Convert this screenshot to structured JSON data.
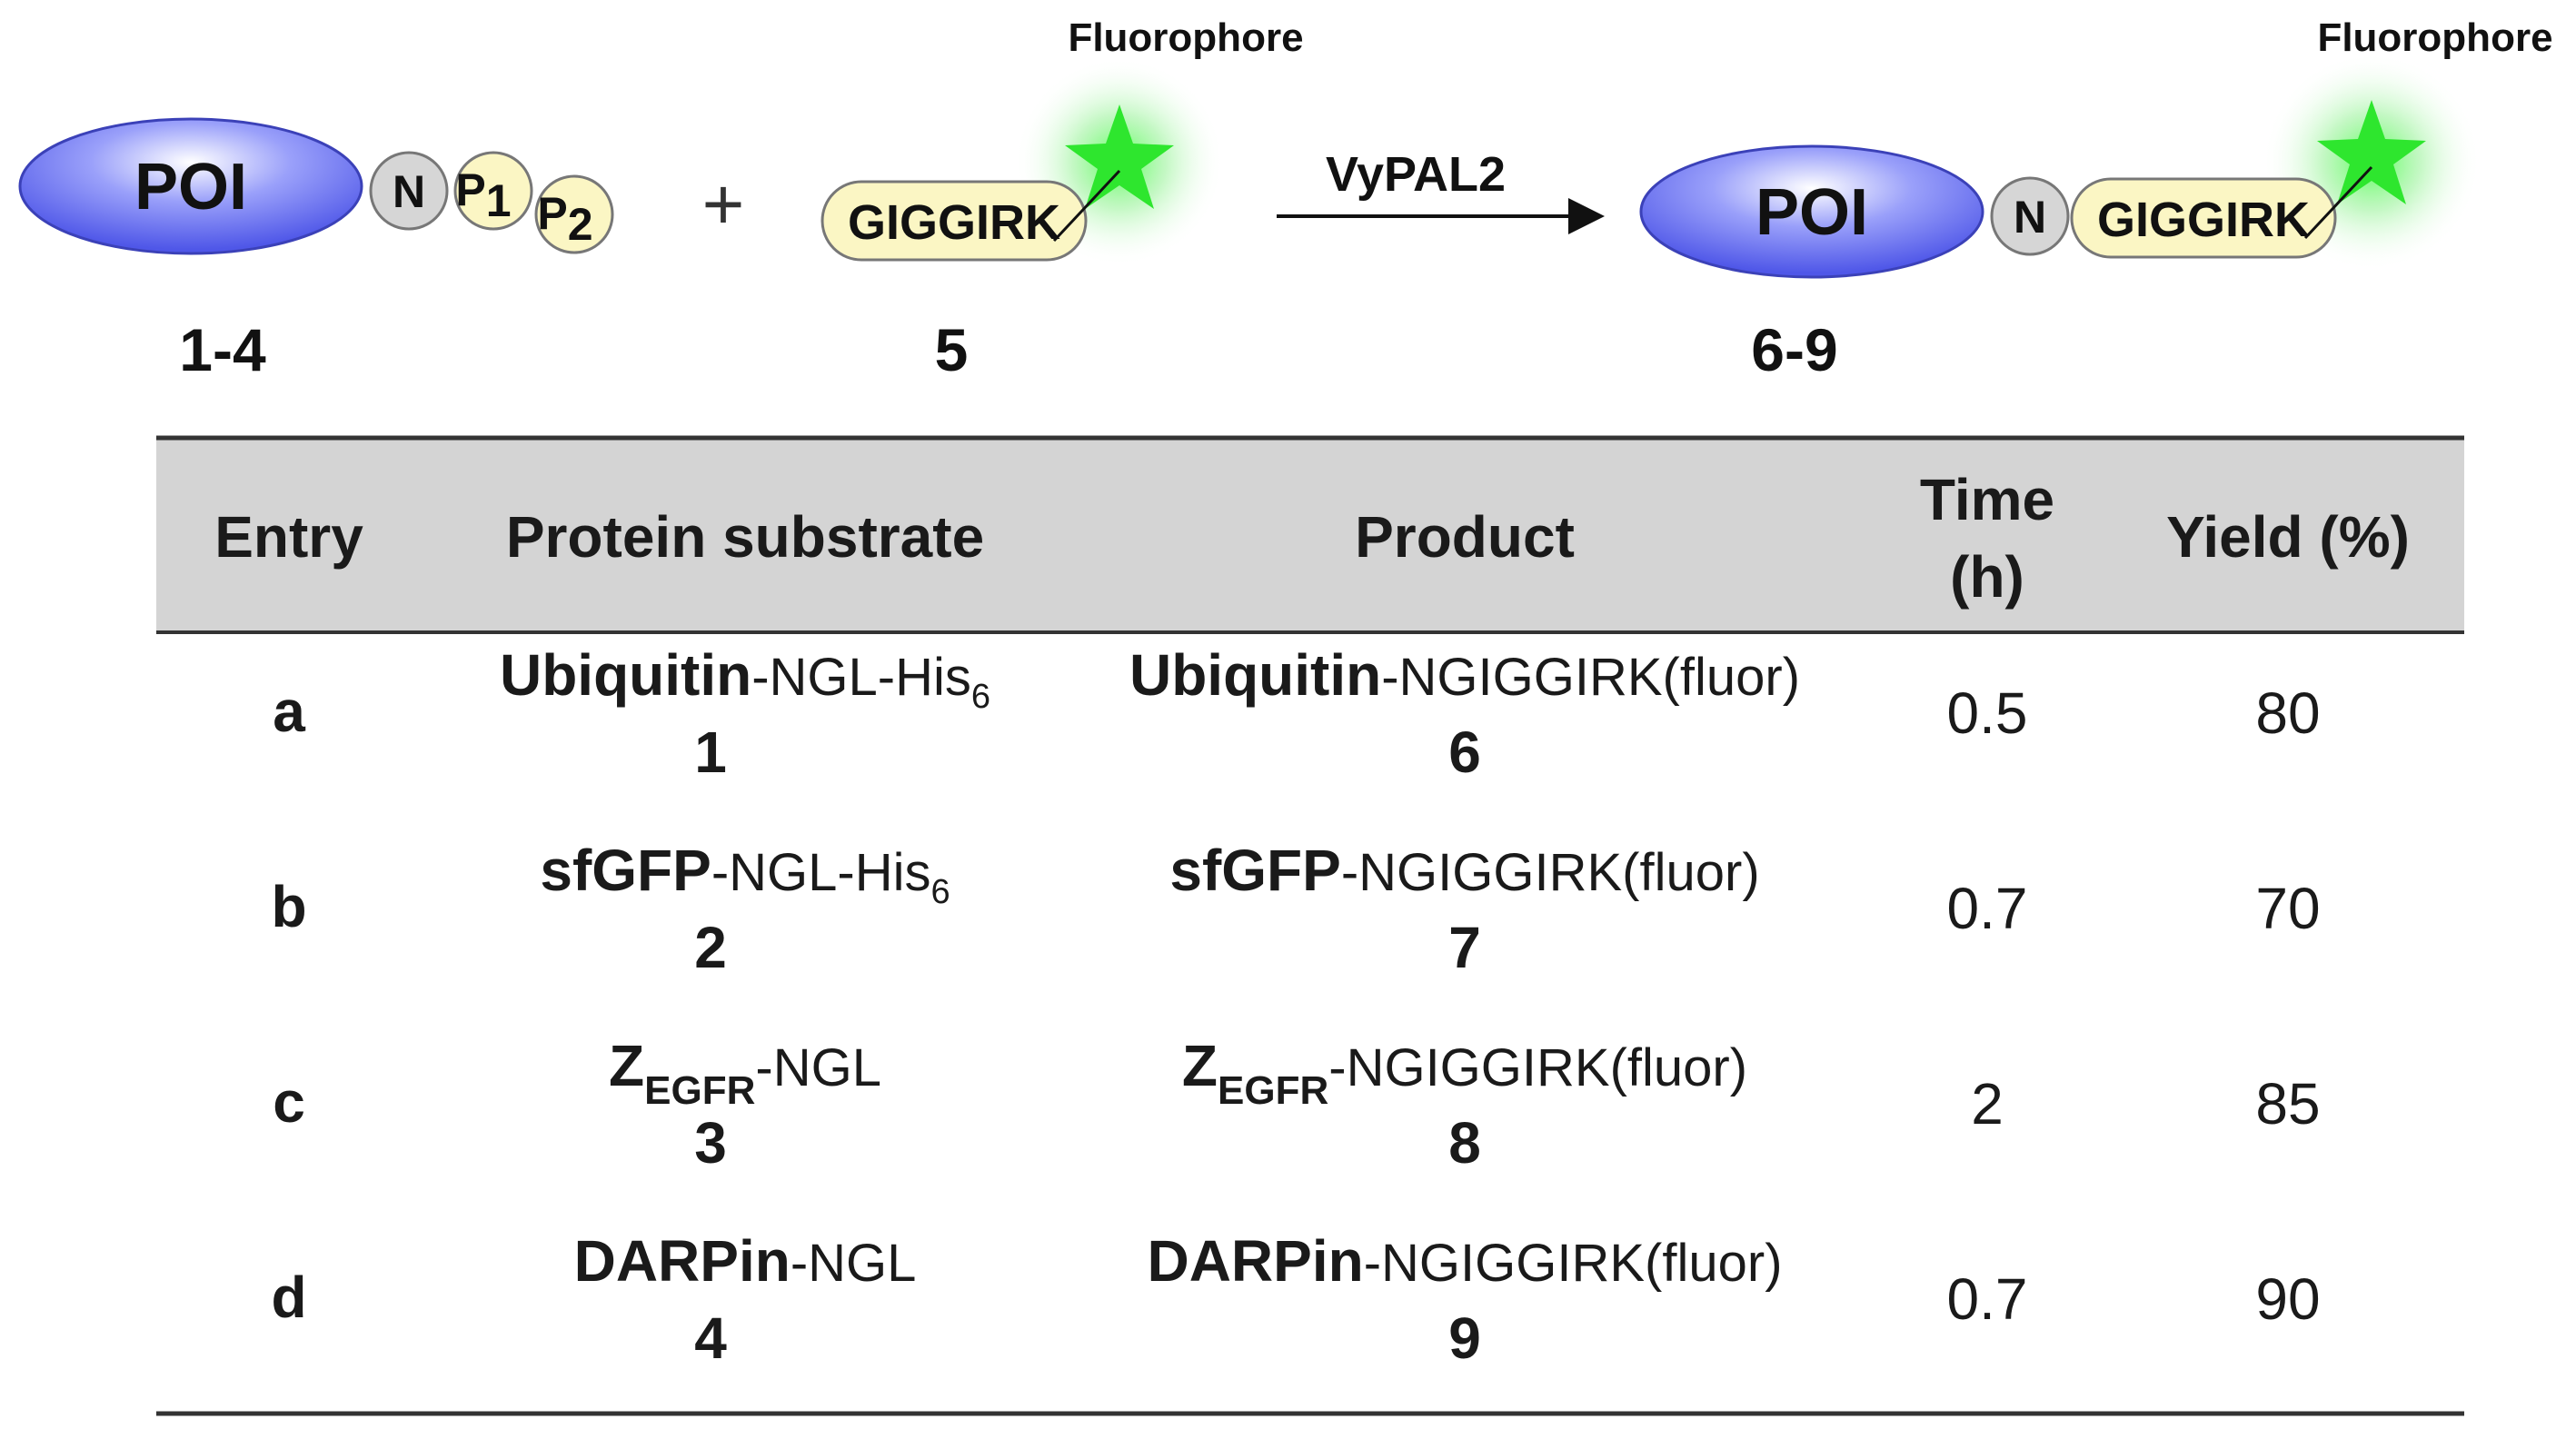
{
  "scheme": {
    "reactant1": {
      "poi": "POI",
      "n": "N",
      "p1": "P",
      "p1_sub": "1",
      "p2": "P",
      "p2_sub": "2",
      "label": "1-4"
    },
    "plus": "+",
    "reactant2": {
      "peptide": "GIGGIRK",
      "fluorophore": "Fluorophore",
      "label": "5"
    },
    "enzyme": "VyPAL2",
    "product": {
      "poi": "POI",
      "n": "N",
      "peptide": "GIGGIRK",
      "fluorophore": "Fluorophore",
      "label": "6-9"
    },
    "colors": {
      "poi_blue": "#5a64ef",
      "pale_yellow": "#fbf6c4",
      "gray_n": "#d6d6d6",
      "green_star": "#2ee62e",
      "header_bg": "#d4d4d4"
    }
  },
  "table": {
    "headers": {
      "entry": "Entry",
      "substrate": "Protein substrate",
      "product": "Product",
      "time_line1": "Time",
      "time_line2": "(h)",
      "yield": "Yield (%)"
    },
    "rows": [
      {
        "entry": "a",
        "substrate_bold": "Ubiquitin",
        "substrate_sub_bold": "",
        "substrate_tail": "-NGL-His",
        "substrate_tail_sub": "6",
        "substrate_num": "1",
        "product_bold": "Ubiquitin",
        "product_sub_bold": "",
        "product_tail": "-NGIGGIRK(fluor)",
        "product_num": "6",
        "time": "0.5",
        "yield": "80"
      },
      {
        "entry": "b",
        "substrate_bold": "sfGFP",
        "substrate_sub_bold": "",
        "substrate_tail": "-NGL-His",
        "substrate_tail_sub": "6",
        "substrate_num": "2",
        "product_bold": "sfGFP",
        "product_sub_bold": "",
        "product_tail": "-NGIGGIRK(fluor)",
        "product_num": "7",
        "time": "0.7",
        "yield": "70"
      },
      {
        "entry": "c",
        "substrate_bold": "Z",
        "substrate_sub_bold": "EGFR",
        "substrate_tail": "-NGL",
        "substrate_tail_sub": "",
        "substrate_num": "3",
        "product_bold": "Z",
        "product_sub_bold": "EGFR",
        "product_tail": "-NGIGGIRK(fluor)",
        "product_num": "8",
        "time": "2",
        "yield": "85"
      },
      {
        "entry": "d",
        "substrate_bold": "DARPin",
        "substrate_sub_bold": "",
        "substrate_tail": "-NGL",
        "substrate_tail_sub": "",
        "substrate_num": "4",
        "product_bold": "DARPin",
        "product_sub_bold": "",
        "product_tail": "-NGIGGIRK(fluor)",
        "product_num": "9",
        "time": "0.7",
        "yield": "90"
      }
    ]
  }
}
